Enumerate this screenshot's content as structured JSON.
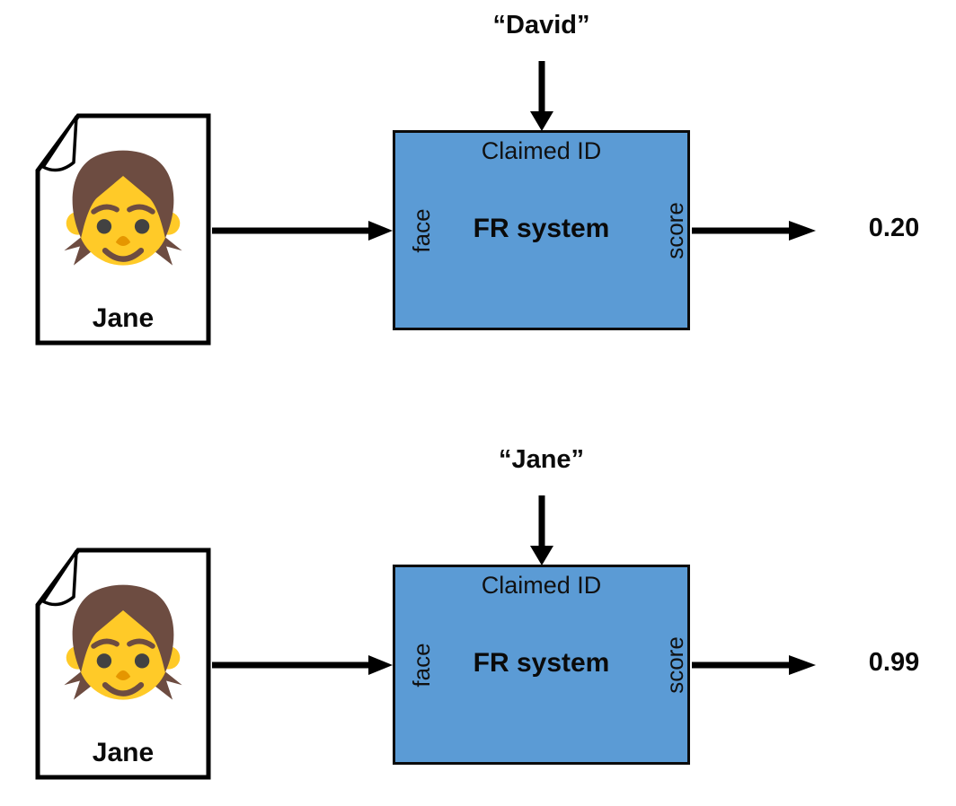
{
  "figure": {
    "rows": [
      {
        "claimed_id_label": "“David”",
        "photo_label": "Jane",
        "score_value": "0.20"
      },
      {
        "claimed_id_label": "“Jane”",
        "photo_label": "Jane",
        "score_value": "0.99"
      }
    ],
    "fr_box": {
      "top_label": "Claimed ID",
      "title": "FR system",
      "input_port_label": "face",
      "output_port_label": "score"
    },
    "icons": {
      "photo": "girl-face-emoji",
      "card": "dog-eared-page"
    },
    "colors": {
      "box_fill": "#5b9bd5",
      "arrow": "#000000",
      "hair": "#6d4c41",
      "skin": "#ffca28",
      "nose": "#e59600",
      "eyes": "#424242"
    }
  }
}
